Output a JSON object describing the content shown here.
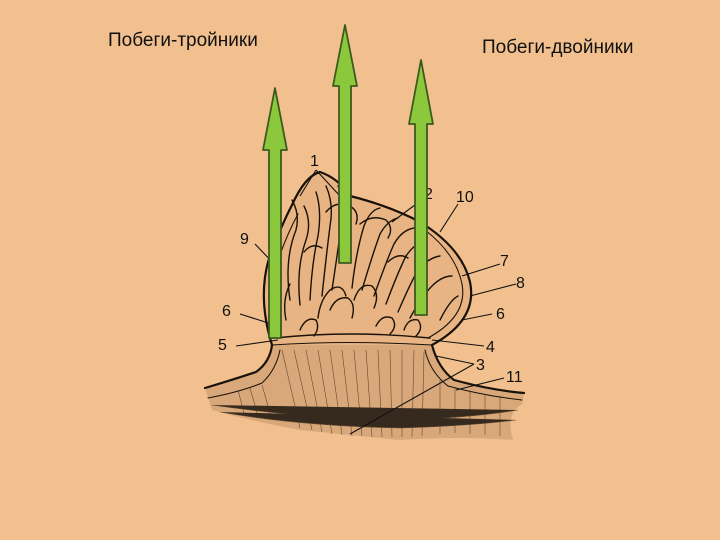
{
  "titles": {
    "left": "Побеги-тройники",
    "right": "Побеги-двойники"
  },
  "labels": [
    "1",
    "2",
    "10",
    "9",
    "7",
    "8",
    "6",
    "6",
    "5",
    "4",
    "3",
    "11"
  ],
  "colors": {
    "background": "#f2c08e",
    "arrow_fill": "#8cc83c",
    "arrow_outline": "#3c5a1e",
    "ink": "#1a1208"
  },
  "icons": {
    "arrow": "upward-green-arrow"
  }
}
